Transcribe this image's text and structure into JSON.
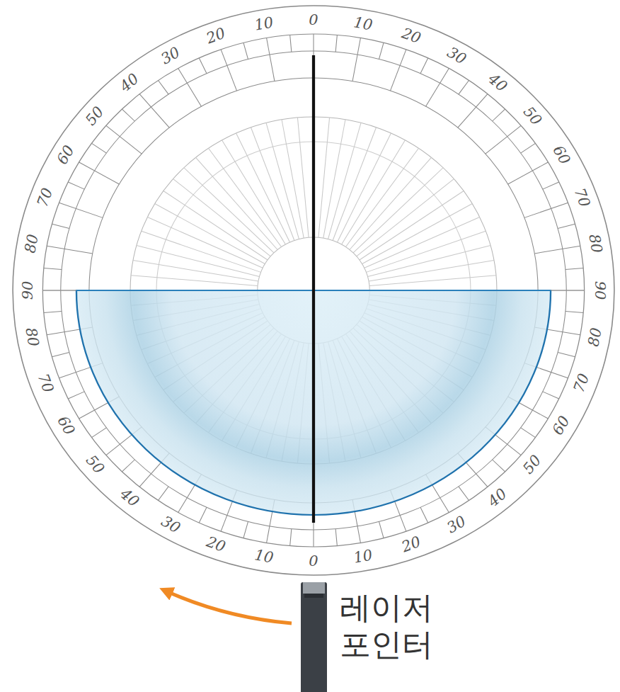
{
  "diagram": {
    "labels": [
      "90",
      "80",
      "70",
      "60",
      "50",
      "40",
      "30",
      "20",
      "10",
      "0",
      "10",
      "20",
      "30",
      "40",
      "50",
      "60",
      "70",
      "80",
      "90",
      "80",
      "70",
      "60",
      "50",
      "40",
      "30",
      "20",
      "10",
      "0",
      "10",
      "20",
      "30",
      "40",
      "50",
      "60",
      "70",
      "80",
      "레이저 포인터"
    ]
  }
}
